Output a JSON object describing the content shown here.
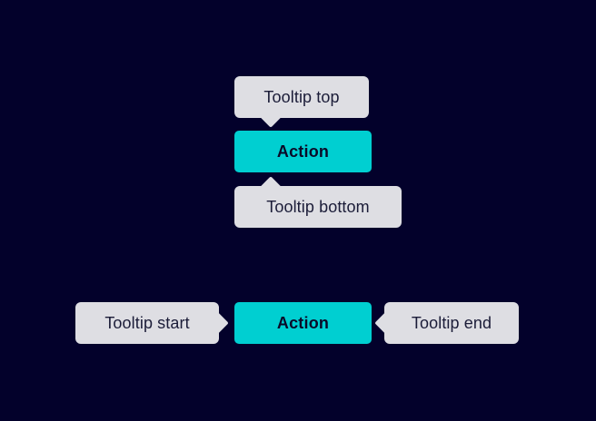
{
  "theme": {
    "background": "#03012b",
    "tooltip_background": "#dedee3",
    "tooltip_text": "#1b1c38",
    "action_background": "#00cfd1",
    "action_text": "#0a0a28"
  },
  "groups": [
    {
      "name": "vertical-placement",
      "tooltips": [
        {
          "label": "Tooltip top",
          "placement": "top"
        },
        {
          "label": "Tooltip bottom",
          "placement": "bottom"
        }
      ],
      "action": {
        "label": "Action"
      }
    },
    {
      "name": "horizontal-placement",
      "tooltips": [
        {
          "label": "Tooltip start",
          "placement": "start"
        },
        {
          "label": "Tooltip end",
          "placement": "end"
        }
      ],
      "action": {
        "label": "Action"
      }
    }
  ]
}
